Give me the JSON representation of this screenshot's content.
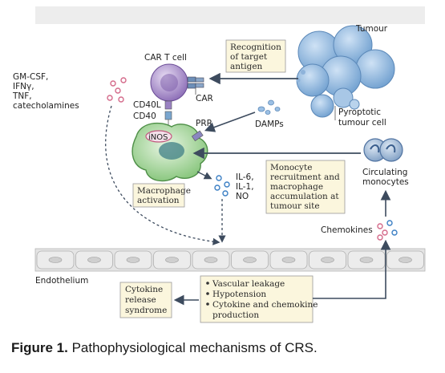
{
  "labels": {
    "tumour": "Tumour",
    "car_t_cell": "CAR T cell",
    "recognition": [
      "Recognition",
      "of target",
      "antigen"
    ],
    "car": "CAR",
    "cytokines_left": [
      "GM-CSF,",
      "IFNγ,",
      "TNF,",
      "catecholamines"
    ],
    "cd40l": "CD40L",
    "cd40": "CD40",
    "inos": "iNOS",
    "prr": "PRR",
    "damps": "DAMPs",
    "pyroptotic": [
      "Pyroptotic",
      "tumour cell"
    ],
    "macrophage_activation": [
      "Macrophage",
      "activation"
    ],
    "il_list": [
      "IL-6,",
      "IL-1,",
      "NO"
    ],
    "monocyte_box": [
      "Monocyte",
      "recruitment and",
      "macrophage",
      "accumulation at",
      "tumour site"
    ],
    "circulating": [
      "Circulating",
      "monocytes"
    ],
    "chemokines": "Chemokines",
    "endothelium": "Endothelium",
    "crs_box": [
      "Cytokine",
      "release",
      "syndrome"
    ],
    "effects": [
      "Vascular leakage",
      "Hypotension",
      "Cytokine and chemokine",
      "production"
    ]
  },
  "caption": {
    "prefix": "Figure 1.",
    "text": " Pathophysiological mechanisms of CRS."
  }
}
